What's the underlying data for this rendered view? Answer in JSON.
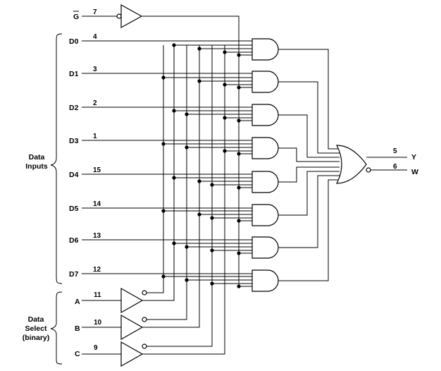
{
  "colors": {
    "ink": "#000000",
    "background": "#ffffff"
  },
  "strobe": {
    "label": "G",
    "pin": "7"
  },
  "data_inputs": [
    {
      "label": "D0",
      "pin": "4"
    },
    {
      "label": "D1",
      "pin": "3"
    },
    {
      "label": "D2",
      "pin": "2"
    },
    {
      "label": "D3",
      "pin": "1"
    },
    {
      "label": "D4",
      "pin": "15"
    },
    {
      "label": "D5",
      "pin": "14"
    },
    {
      "label": "D6",
      "pin": "13"
    },
    {
      "label": "D7",
      "pin": "12"
    }
  ],
  "select_inputs": [
    {
      "label": "A",
      "pin": "11"
    },
    {
      "label": "B",
      "pin": "10"
    },
    {
      "label": "C",
      "pin": "9"
    }
  ],
  "outputs": [
    {
      "label": "Y",
      "pin": "5"
    },
    {
      "label": "W",
      "pin": "6"
    }
  ],
  "groups": {
    "data_inputs": [
      "Data",
      "Inputs"
    ],
    "data_select": [
      "Data",
      "Select",
      "(binary)"
    ]
  }
}
